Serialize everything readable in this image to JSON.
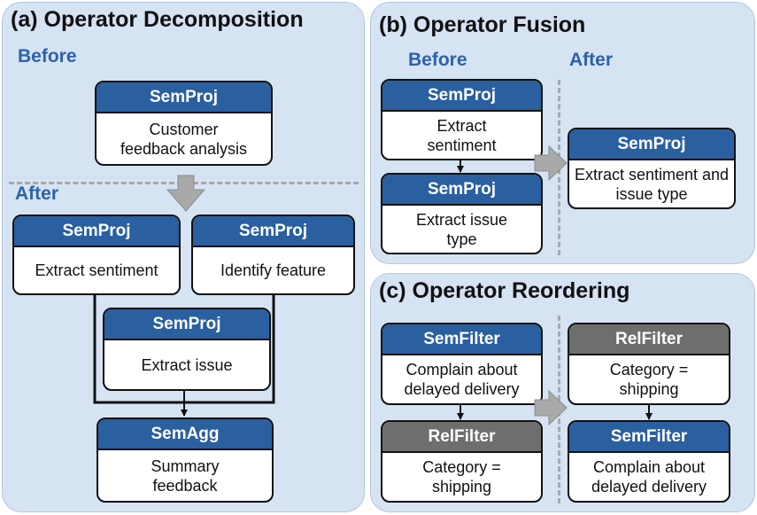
{
  "panels": {
    "a": {
      "title": "(a) Operator Decomposition",
      "before_label": "Before",
      "after_label": "After",
      "before_op": {
        "header": "SemProj",
        "body": "Customer feedback analysis"
      },
      "op1": {
        "header": "SemProj",
        "body": "Extract sentiment"
      },
      "op2": {
        "header": "SemProj",
        "body": "Identify feature"
      },
      "op3": {
        "header": "SemProj",
        "body": "Extract issue"
      },
      "agg": {
        "header": "SemAgg",
        "body": "Summary feedback"
      }
    },
    "b": {
      "title": "(b) Operator Fusion",
      "before_label": "Before",
      "after_label": "After",
      "op1": {
        "header": "SemProj",
        "body": "Extract sentiment"
      },
      "op2": {
        "header": "SemProj",
        "body": "Extract issue type"
      },
      "fused": {
        "header": "SemProj",
        "body": "Extract sentiment and issue type"
      }
    },
    "c": {
      "title": "(c) Operator Reordering",
      "left_top": {
        "header": "SemFilter",
        "body": "Complain about delayed delivery"
      },
      "left_bottom": {
        "header": "RelFilter",
        "body": "Category = shipping"
      },
      "right_top": {
        "header": "RelFilter",
        "body": "Category = shipping"
      },
      "right_bottom": {
        "header": "SemFilter",
        "body": "Complain about delayed delivery"
      }
    }
  },
  "colors": {
    "panel_bg": "#d5e3f3",
    "header_blue": "#2a5fa0",
    "header_gray": "#6e6e6e",
    "label_blue": "#2c62a8",
    "arrow_gray": "#a9a9a9"
  }
}
